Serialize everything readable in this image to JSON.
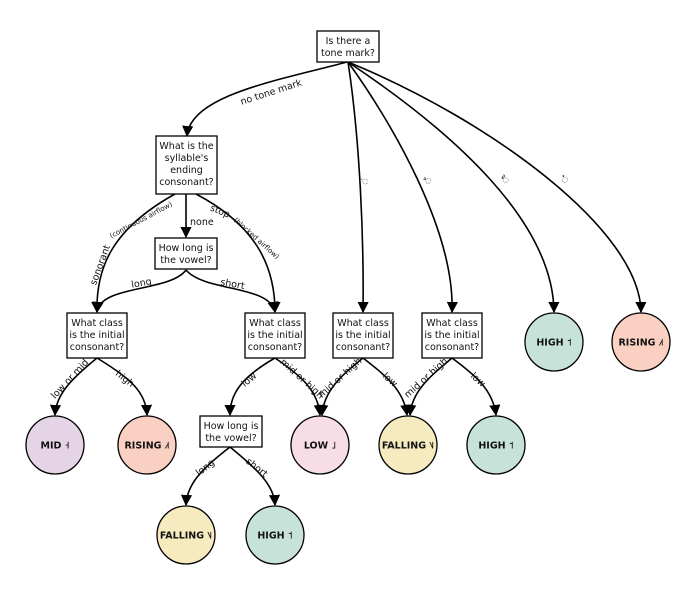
{
  "diagram": {
    "questions": {
      "tone_mark": [
        "Is there a",
        "tone mark?"
      ],
      "ending_consonant": [
        "What is the",
        "syllable's",
        "ending",
        "consonant?"
      ],
      "vowel_length_1": [
        "How long is",
        "the vowel?"
      ],
      "class_a": [
        "What class",
        "is the initial",
        "consonant?"
      ],
      "class_b": [
        "What class",
        "is the initial",
        "consonant?"
      ],
      "class_c": [
        "What class",
        "is the initial",
        "consonant?"
      ],
      "class_d": [
        "What class",
        "is the initial",
        "consonant?"
      ],
      "vowel_length_2": [
        "How long is",
        "the vowel?"
      ]
    },
    "edges": {
      "no_tone_mark": "no tone mark",
      "mai_ek": "◌่",
      "mai_tho": "◌้",
      "mai_tri": "◌๊",
      "mai_chattawa": "◌๋",
      "sonorant": "sonorant",
      "sonorant_note": "(continuous airflow)",
      "none": "none",
      "stop": "stop",
      "stop_note": "(blocked airflow)",
      "long_1": "long",
      "short_1": "short",
      "low_or_mid": "low or mid",
      "high_a": "high",
      "low_b": "low",
      "mid_or_high_b": "mid or high",
      "mid_or_high_c": "mid or high",
      "low_c": "low",
      "mid_or_high_d": "mid or high",
      "low_d": "low",
      "long_2": "long",
      "short_2": "short"
    },
    "outcomes": {
      "high_1": "HIGH ˦",
      "rising_1": "RISING ˩˦",
      "mid": "MID ˧",
      "rising_2": "RISING ˩˦",
      "low": "LOW ˩",
      "falling_1": "FALLING ˥˩",
      "high_2": "HIGH ˦",
      "falling_2": "FALLING ˥˩",
      "high_3": "HIGH ˦"
    },
    "colors": {
      "mid": "#e5d4e6",
      "rising": "#f9d0c2",
      "low": "#f6dde6",
      "falling": "#f6eabf",
      "high": "#c7e2d9"
    }
  }
}
